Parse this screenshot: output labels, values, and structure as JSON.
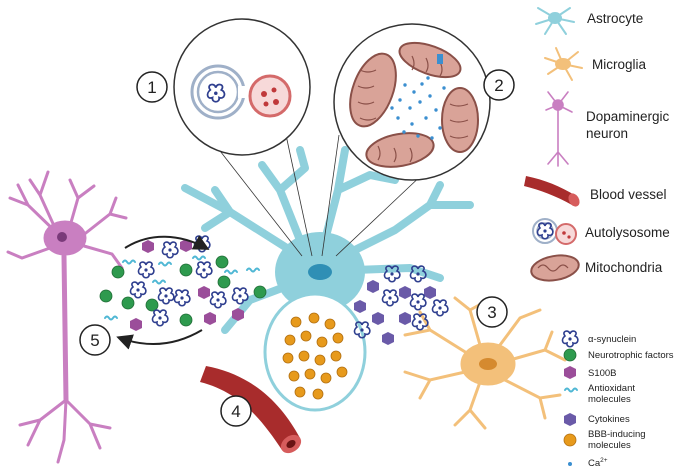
{
  "numbers": [
    "1",
    "2",
    "3",
    "4",
    "5"
  ],
  "cell_legend": [
    {
      "id": "astrocyte",
      "label": "Astrocyte"
    },
    {
      "id": "microglia",
      "label": "Microglia"
    },
    {
      "id": "dopaminergic",
      "label_line1": "Dopaminergic",
      "label_line2": "neuron"
    },
    {
      "id": "blood-vessel",
      "label": "Blood vessel"
    },
    {
      "id": "autolysosome",
      "label": "Autolysosome"
    },
    {
      "id": "mitochondria",
      "label": "Mitochondria"
    }
  ],
  "molecule_legend": [
    {
      "id": "alpha-synuclein",
      "label": "α-synuclein"
    },
    {
      "id": "neurotrophic",
      "label": "Neurotrophic factors"
    },
    {
      "id": "s100b",
      "label": "S100B"
    },
    {
      "id": "antioxidant",
      "label_line1": "Antioxidant",
      "label_line2": "molecules"
    },
    {
      "id": "cytokines",
      "label": "Cytokines"
    },
    {
      "id": "bbb",
      "label_line1": "BBB-inducing",
      "label_line2": "molecules"
    },
    {
      "id": "calcium",
      "label": "Ca",
      "superscript": "2+"
    }
  ],
  "colors": {
    "astrocyte": "#8fd0dc",
    "astrocyte_nucleus": "#2f8fb5",
    "microglia": "#f3c07a",
    "neuron": "#c97fc1",
    "vessel": "#a82c2c",
    "synuclein": "#2f3f8f",
    "neurotrophic": "#2e9a4e",
    "s100b": "#9b4e9a",
    "antioxidant": "#4fb7d4",
    "cytokine": "#6a5aa8",
    "bbb": "#e79a1c",
    "calcium": "#3b8fd0",
    "mitochondria": "#d9a398"
  }
}
